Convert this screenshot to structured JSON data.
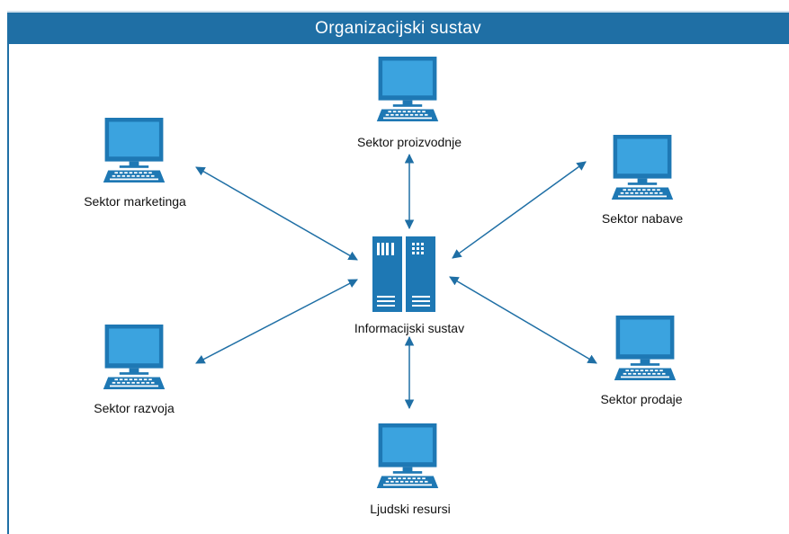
{
  "title": "Organizacijski sustav",
  "colors": {
    "header": "#1f6fa5",
    "device": "#1e78b4",
    "screen": "#3ba3df",
    "arrow": "#1f6fa5"
  },
  "center": {
    "label": "Informacijski sustav",
    "icon": "server-icon"
  },
  "nodes": [
    {
      "id": "proizvodnje",
      "label": "Sektor proizvodnje",
      "icon": "computer-icon"
    },
    {
      "id": "marketinga",
      "label": "Sektor marketinga",
      "icon": "computer-icon"
    },
    {
      "id": "nabave",
      "label": "Sektor nabave",
      "icon": "computer-icon"
    },
    {
      "id": "razvoja",
      "label": "Sektor razvoja",
      "icon": "computer-icon"
    },
    {
      "id": "prodaje",
      "label": "Sektor prodaje",
      "icon": "computer-icon"
    },
    {
      "id": "ljudski",
      "label": "Ljudski resursi",
      "icon": "computer-icon"
    }
  ]
}
